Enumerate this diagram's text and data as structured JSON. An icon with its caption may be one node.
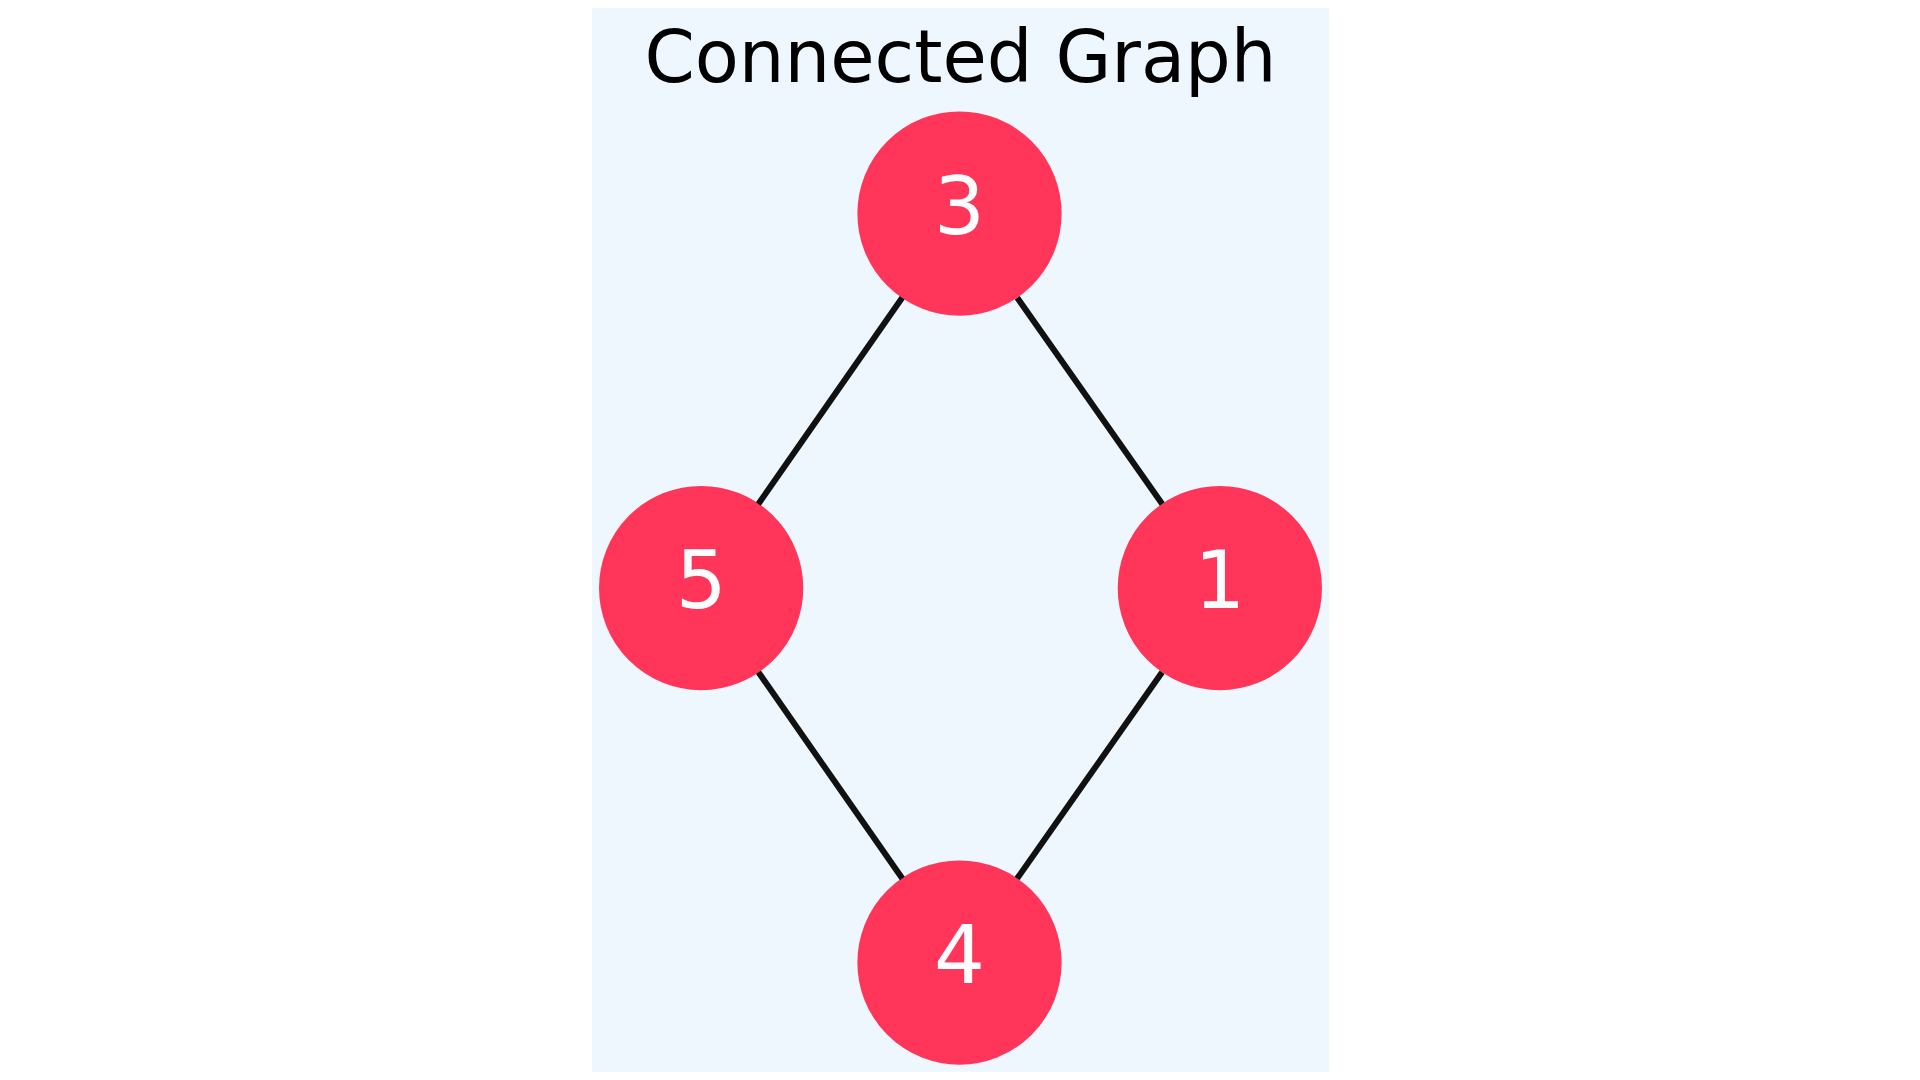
{
  "diagram": {
    "title": "Connected Graph",
    "nodes": [
      {
        "text": [
          "3"
        ]
      },
      {
        "text": [
          "5"
        ]
      },
      {
        "text": [
          "1"
        ]
      },
      {
        "text": [
          "4"
        ]
      }
    ],
    "edges": [
      {
        "from": 0,
        "to": 1,
        "arrow": "none"
      },
      {
        "from": 0,
        "to": 2,
        "arrow": "none"
      },
      {
        "from": 1,
        "to": 3,
        "arrow": "none"
      },
      {
        "from": 2,
        "to": 3,
        "arrow": "none"
      }
    ]
  }
}
